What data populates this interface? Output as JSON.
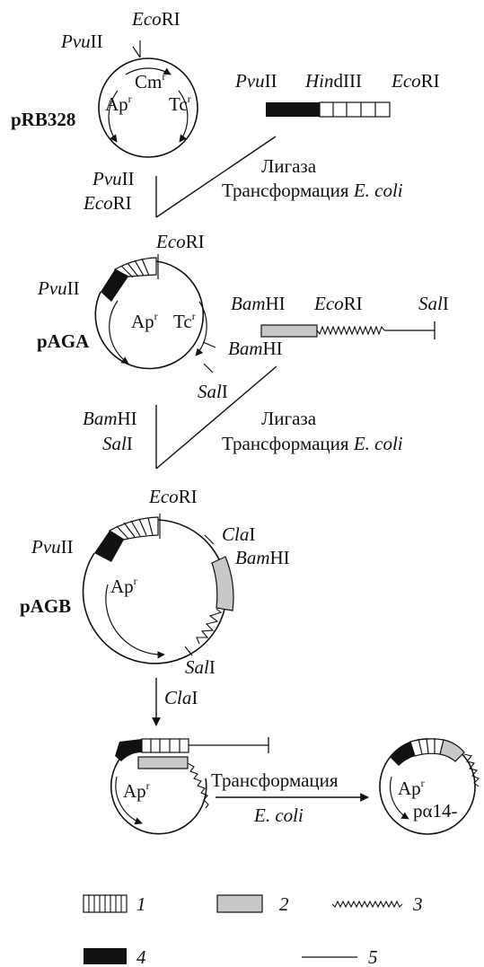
{
  "enzymes": {
    "pvu": "Pvu",
    "eco": "Eco",
    "hind": "Hin",
    "bam": "Bam",
    "sal": "Sal",
    "cla": "Cla",
    "pvu_suffix": "II",
    "eco_suffix": "RI",
    "hind_suffix": "dIII",
    "bam_suffix": "HI",
    "sal_suffix": "I",
    "cla_suffix": "I"
  },
  "markers": {
    "cm": "Cm",
    "ap": "Ap",
    "tc": "Tc",
    "r": "r"
  },
  "plasmids": {
    "p1": "pRB328",
    "p2": "pAGA",
    "p3": "pAGB",
    "final": "pα14-"
  },
  "steps": {
    "ligase": "Лигаза",
    "transform": "Трансформация",
    "ecoli": "E. coli"
  },
  "legend": {
    "n1": "1",
    "n2": "2",
    "n3": "3",
    "n4": "4",
    "n5": "5"
  },
  "colors": {
    "black_segment": "#111111",
    "gray_segment": "#c8c8c8",
    "line": "#111111"
  }
}
